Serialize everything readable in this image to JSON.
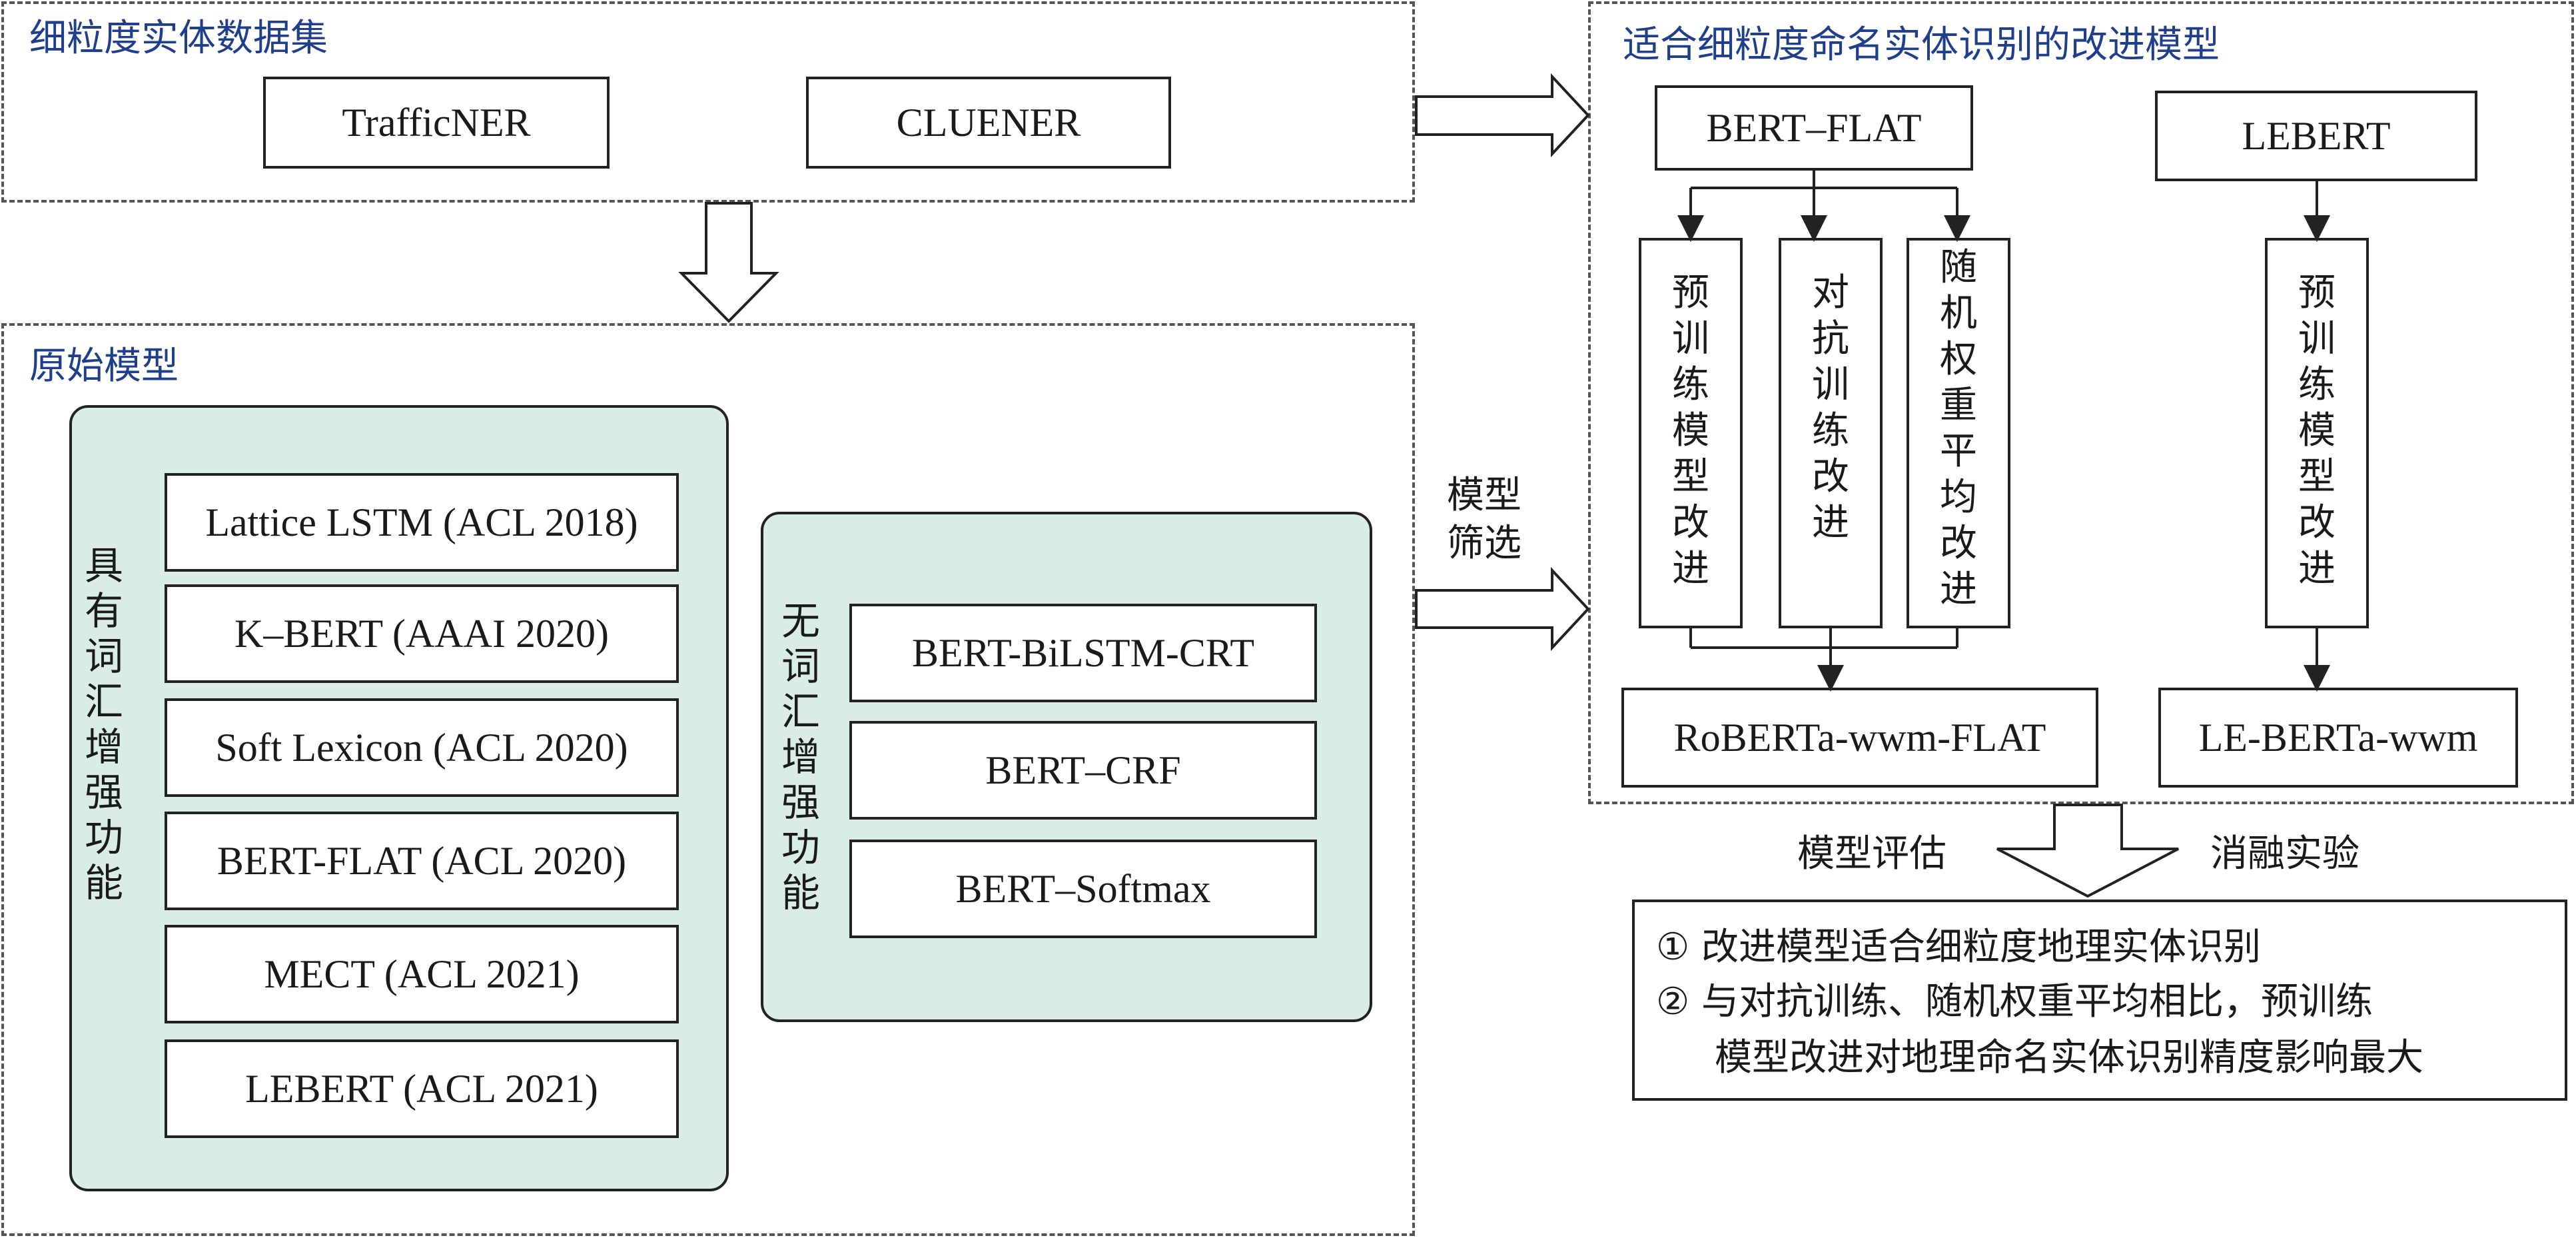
{
  "dataset_section": {
    "title": "细粒度实体数据集",
    "items": [
      "TrafficNER",
      "CLUENER"
    ]
  },
  "original_section": {
    "title": "原始模型",
    "lexicon_group_label": "具有词汇增强功能",
    "lexicon_models": [
      "Lattice LSTM (ACL 2018)",
      "K–BERT (AAAI 2020)",
      "Soft Lexicon (ACL 2020)",
      "BERT-FLAT (ACL 2020)",
      "MECT (ACL 2021)",
      "LEBERT (ACL 2021)"
    ],
    "no_lexicon_group_label": "无词汇增强功能",
    "no_lexicon_models": [
      "BERT-BiLSTM-CRT",
      "BERT–CRF",
      "BERT–Softmax"
    ]
  },
  "selection_label": "模型筛选",
  "improved_section": {
    "title": "适合细粒度命名实体识别的改进模型",
    "flat_base": "BERT–FLAT",
    "flat_methods": [
      "预训练模型改进",
      "对抗训练改进",
      "随机权重平均改进"
    ],
    "flat_result": "RoBERTa-wwm-FLAT",
    "lebert_base": "LEBERT",
    "lebert_method": "预训练模型改进",
    "lebert_result": "LE-BERTa-wwm"
  },
  "evaluation": {
    "left_label": "模型评估",
    "right_label": "消融实验",
    "conclusions": [
      "① 改进模型适合细粒度地理实体识别",
      "② 与对抗训练、随机权重平均相比，预训练",
      "模型改进对地理命名实体识别精度影响最大"
    ]
  },
  "colors": {
    "title_blue": "#1f3f8c",
    "panel_fill": "#d9ece8",
    "border": "#222222",
    "dash": "#555555"
  }
}
